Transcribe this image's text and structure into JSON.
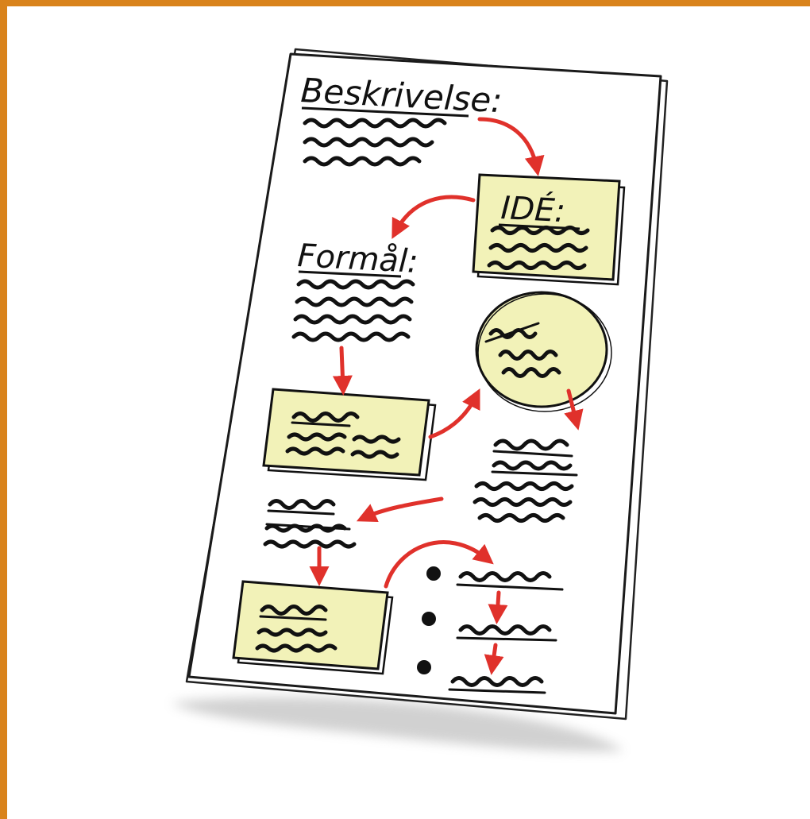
{
  "illustration": {
    "heading_description": "Beskrivelse:",
    "heading_idea": "IDÉ:",
    "heading_purpose": "Formål:"
  },
  "colors": {
    "frame": "#D9831C",
    "arrow": "#E0312B",
    "box_fill": "#F2F2B8",
    "ink": "#111111",
    "paper": "#FFFFFF"
  },
  "icons": [
    "sketched-document",
    "flow-arrow",
    "bullet-dot"
  ]
}
